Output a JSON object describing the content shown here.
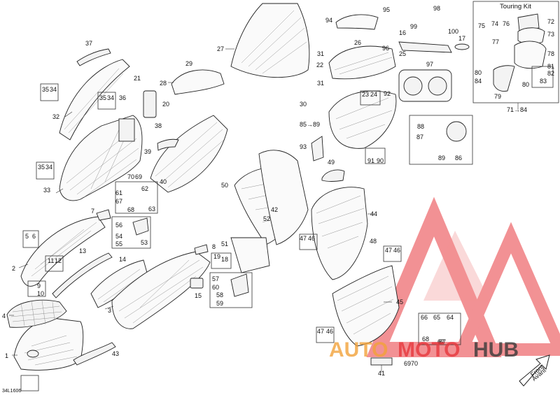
{
  "diagram_code": "34L1606",
  "touring_kit": {
    "title": "Touring Kit",
    "range_label": "71→84",
    "callouts": [
      "72",
      "73",
      "74",
      "75",
      "76",
      "77",
      "78",
      "79",
      "80",
      "80",
      "81",
      "82",
      "83",
      "84"
    ]
  },
  "callouts": [
    "1",
    "2",
    "3",
    "4",
    "5",
    "6",
    "7",
    "8",
    "9",
    "10",
    "11",
    "12",
    "13",
    "14",
    "15",
    "16",
    "17",
    "18",
    "19",
    "20",
    "21",
    "22",
    "23",
    "24",
    "25",
    "26",
    "27",
    "28",
    "29",
    "30",
    "31",
    "31",
    "32",
    "33",
    "34",
    "34",
    "34",
    "35",
    "35",
    "35",
    "36",
    "37",
    "38",
    "39",
    "40",
    "41",
    "42",
    "43",
    "44",
    "45",
    "46",
    "46",
    "46",
    "47",
    "47",
    "47",
    "48",
    "49",
    "50",
    "51",
    "52",
    "53",
    "54",
    "55",
    "56",
    "57",
    "58",
    "59",
    "60",
    "61",
    "62",
    "63",
    "64",
    "65",
    "66",
    "67",
    "67",
    "68",
    "68",
    "69",
    "70",
    "70",
    "69",
    "86",
    "87",
    "87",
    "88",
    "89",
    "90",
    "91",
    "92",
    "93",
    "94",
    "95",
    "96",
    "97",
    "98",
    "99",
    "100"
  ],
  "kit_ranges": [
    "85→89"
  ],
  "front_sign": {
    "line1": "Front",
    "line2": "Avant"
  },
  "watermark": {
    "word_a": "AUTO",
    "word_b": "MOTO",
    "word_c": "HUB",
    "color_red": "#e8383d",
    "color_orange": "#f2a23a",
    "color_dark": "#3a3a3a"
  }
}
